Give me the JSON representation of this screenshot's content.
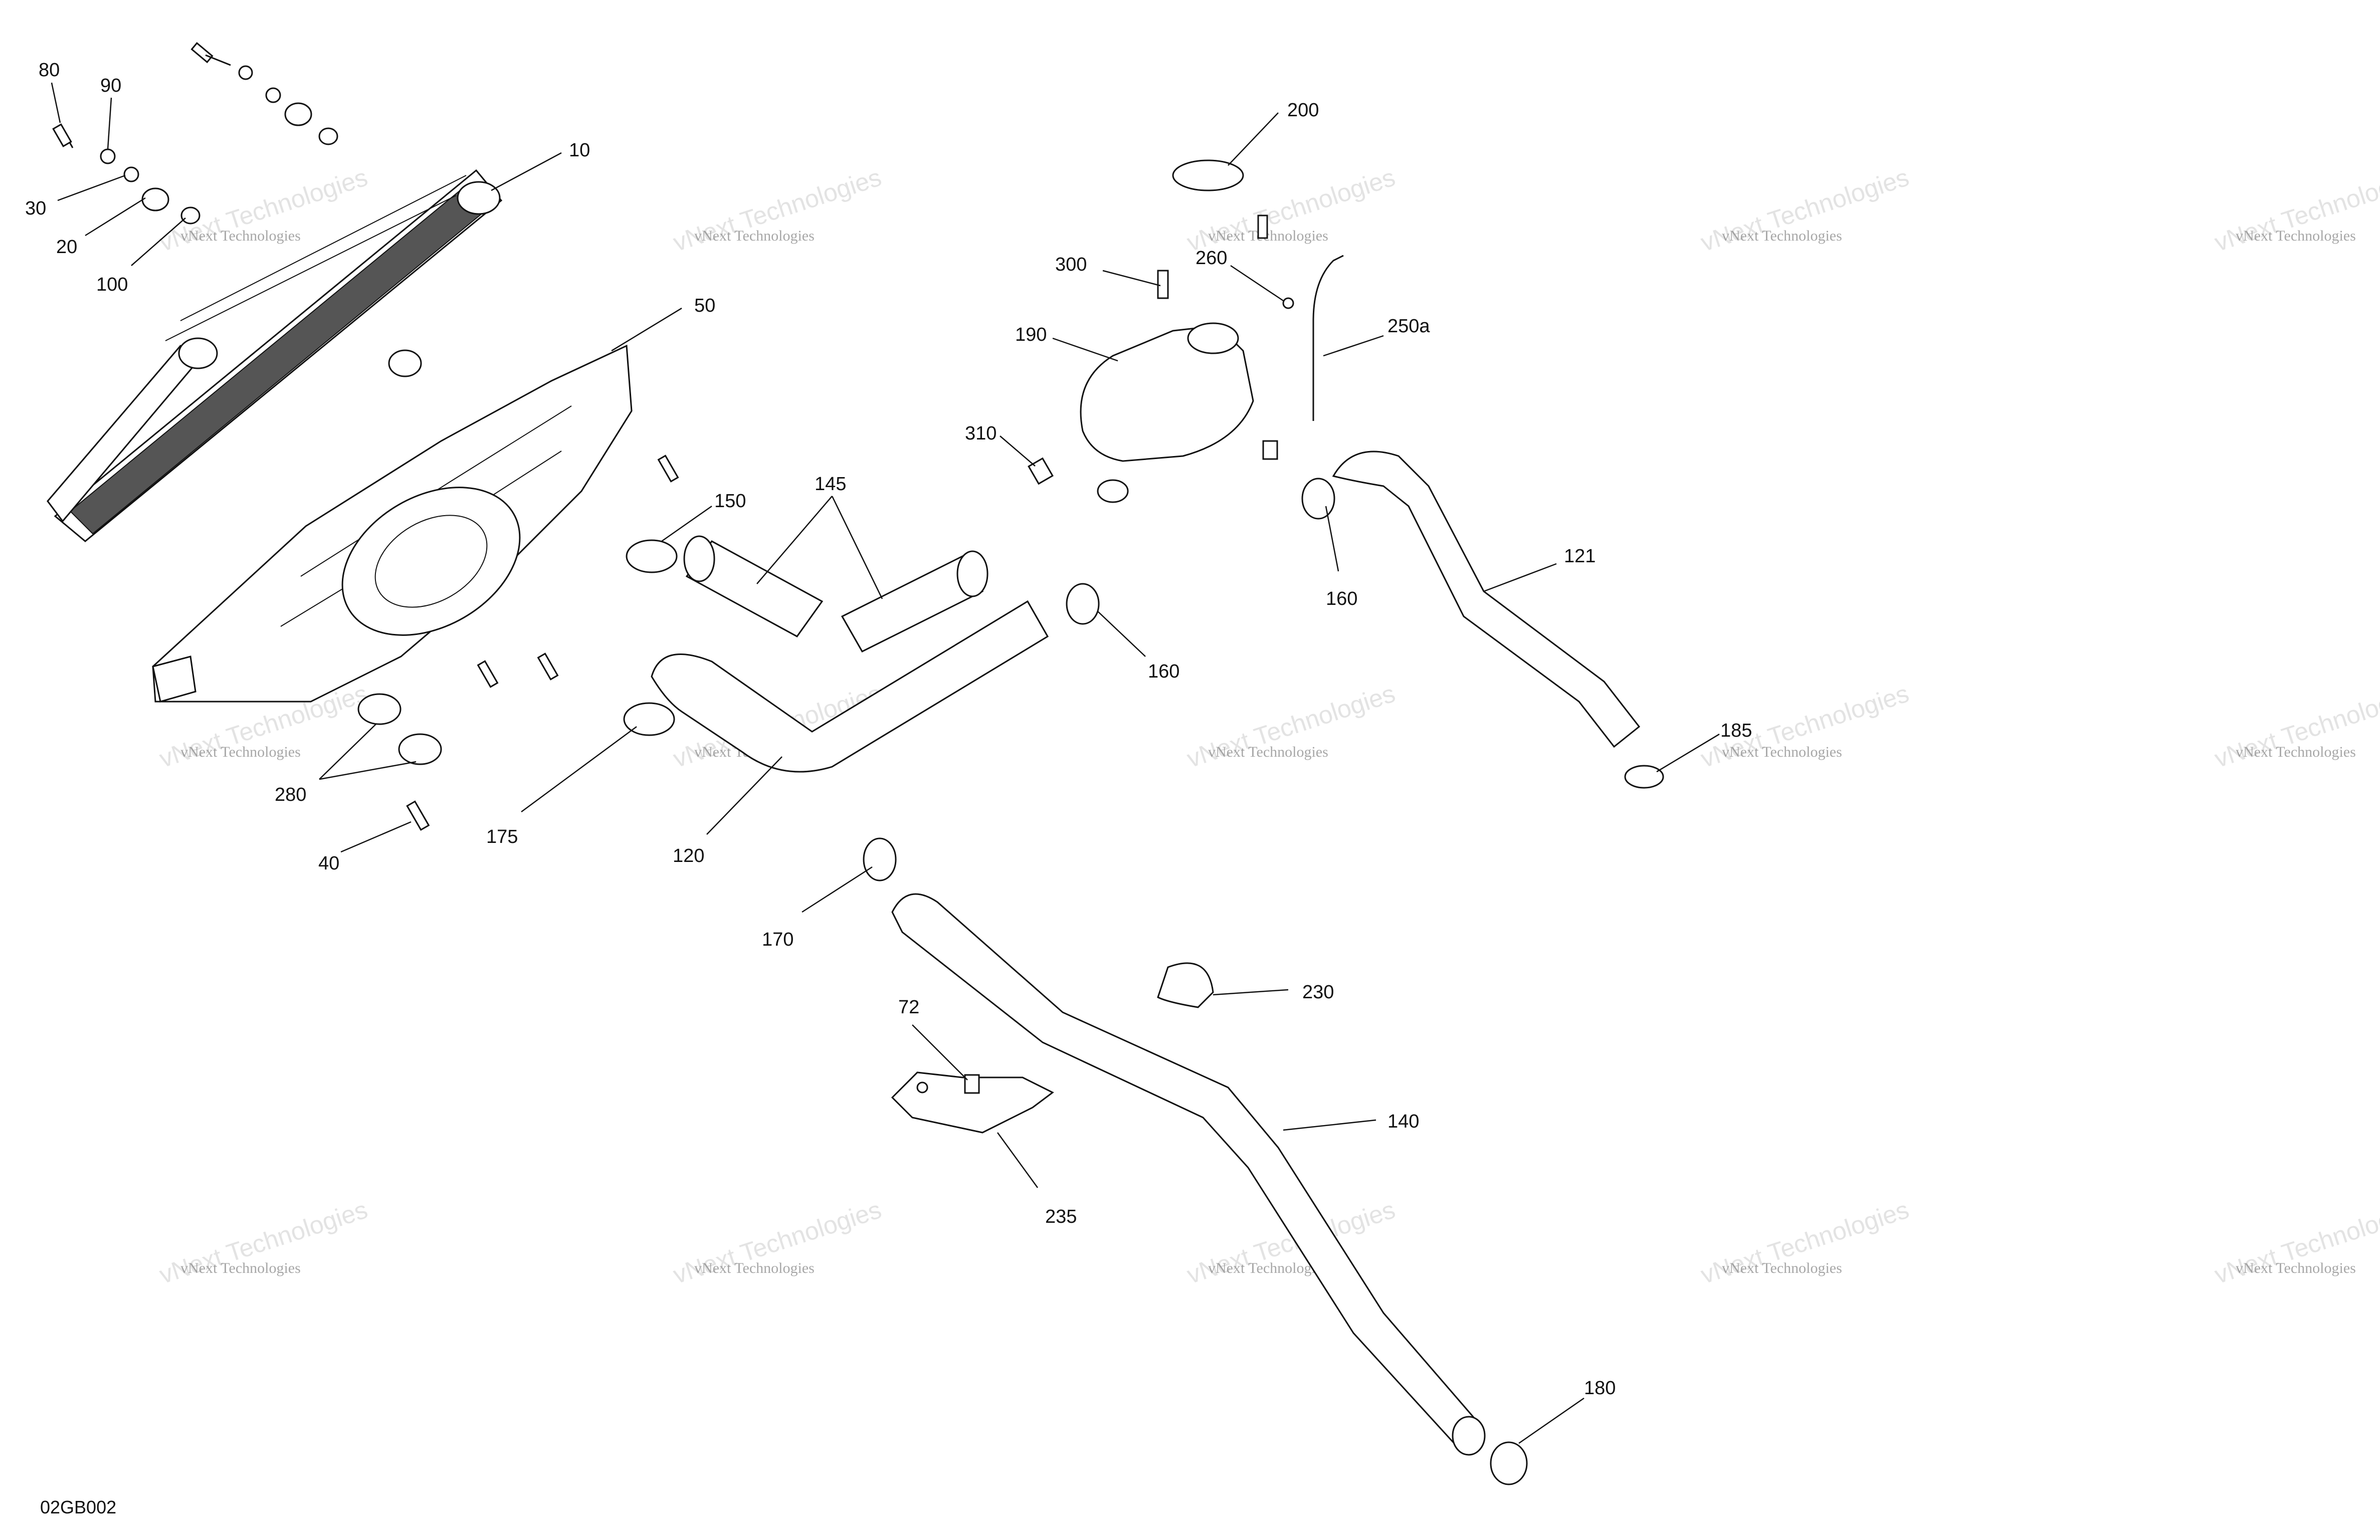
{
  "diagram": {
    "code": "02GB002",
    "watermark": {
      "line1": "vNext Technologies",
      "line2": "vNext Technologies"
    },
    "callouts": [
      {
        "id": "c80",
        "label": "80"
      },
      {
        "id": "c90",
        "label": "90"
      },
      {
        "id": "c30",
        "label": "30"
      },
      {
        "id": "c20",
        "label": "20"
      },
      {
        "id": "c100",
        "label": "100"
      },
      {
        "id": "c10",
        "label": "10"
      },
      {
        "id": "c50",
        "label": "50"
      },
      {
        "id": "c150",
        "label": "150"
      },
      {
        "id": "c145",
        "label": "145"
      },
      {
        "id": "c160a",
        "label": "160"
      },
      {
        "id": "c160b",
        "label": "160"
      },
      {
        "id": "c280",
        "label": "280"
      },
      {
        "id": "c40",
        "label": "40"
      },
      {
        "id": "c175",
        "label": "175"
      },
      {
        "id": "c120",
        "label": "120"
      },
      {
        "id": "c200",
        "label": "200"
      },
      {
        "id": "c300",
        "label": "300"
      },
      {
        "id": "c260",
        "label": "260"
      },
      {
        "id": "c250a",
        "label": "250a"
      },
      {
        "id": "c190",
        "label": "190"
      },
      {
        "id": "c310",
        "label": "310"
      },
      {
        "id": "c121",
        "label": "121"
      },
      {
        "id": "c185",
        "label": "185"
      },
      {
        "id": "c170",
        "label": "170"
      },
      {
        "id": "c72",
        "label": "72"
      },
      {
        "id": "c230",
        "label": "230"
      },
      {
        "id": "c140",
        "label": "140"
      },
      {
        "id": "c235",
        "label": "235"
      },
      {
        "id": "c180",
        "label": "180"
      }
    ]
  }
}
